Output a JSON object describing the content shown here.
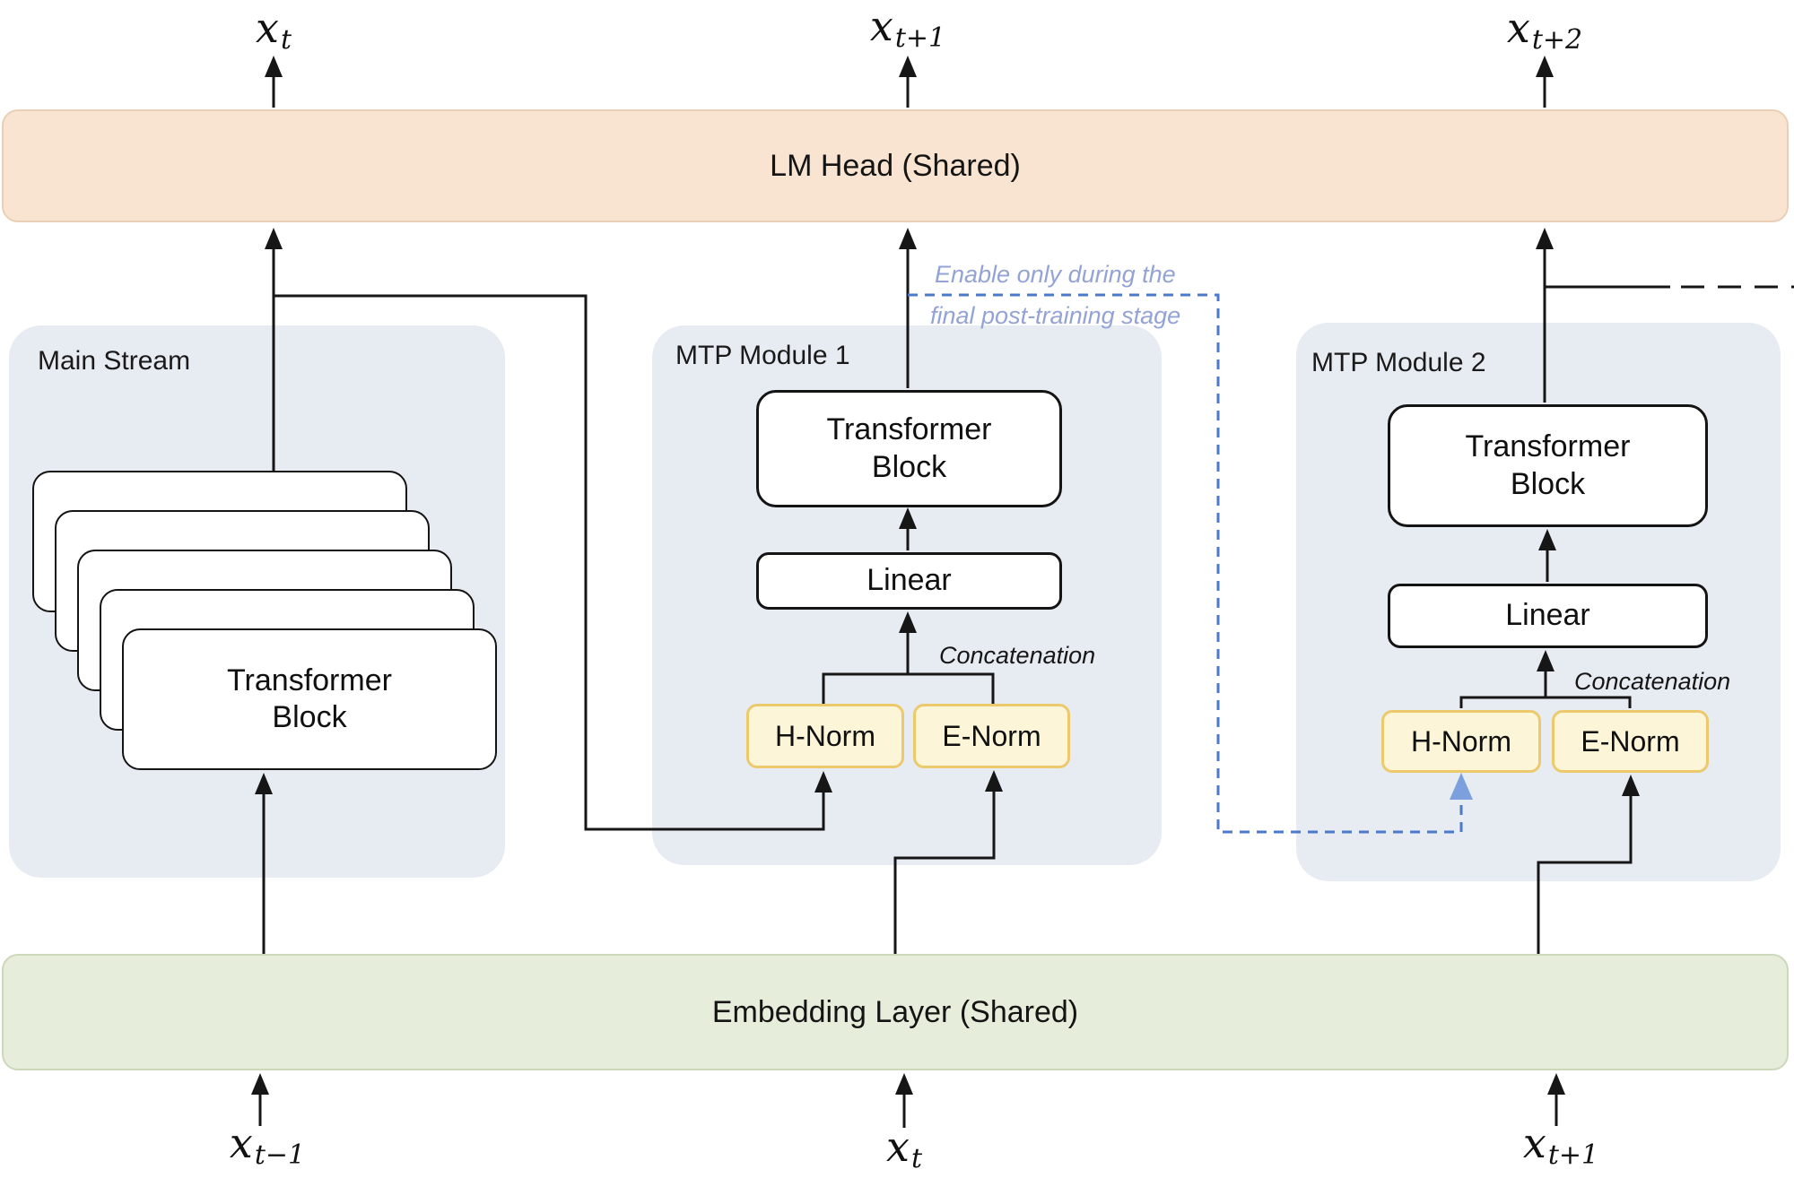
{
  "colors": {
    "lm_head_fill": "#F9E4D2",
    "lm_head_border": "#EACFB6",
    "embedding_fill": "#E6EDDA",
    "embedding_border": "#CBD8BA",
    "panel_fill": "#E7EBF2",
    "norm_fill": "#FDF5D8",
    "norm_border": "#ECC96B",
    "wire_black": "#161616",
    "dashed_blue": "#4D79CC",
    "blue_arrowhead": "#7C9FDD",
    "annotation_text": "#94A3D6"
  },
  "lm_head": {
    "label": "LM Head (Shared)"
  },
  "embedding": {
    "label": "Embedding Layer (Shared)"
  },
  "outputs": [
    {
      "base": "x",
      "sub": "t"
    },
    {
      "base": "x",
      "sub": "t+1"
    },
    {
      "base": "x",
      "sub": "t+2"
    }
  ],
  "inputs": [
    {
      "base": "x",
      "sub": "t−1"
    },
    {
      "base": "x",
      "sub": "t"
    },
    {
      "base": "x",
      "sub": "t+1"
    }
  ],
  "main_stream": {
    "title": "Main Stream",
    "block_line1": "Transformer",
    "block_line2": "Block"
  },
  "mtp_module_1": {
    "title": "MTP Module 1",
    "transformer_line1": "Transformer",
    "transformer_line2": "Block",
    "linear_label": "Linear",
    "concat_label": "Concatenation",
    "h_norm_label": "H-Norm",
    "e_norm_label": "E-Norm"
  },
  "mtp_module_2": {
    "title": "MTP Module 2",
    "transformer_line1": "Transformer",
    "transformer_line2": "Block",
    "linear_label": "Linear",
    "concat_label": "Concatenation",
    "h_norm_label": "H-Norm",
    "e_norm_label": "E-Norm"
  },
  "annotation": {
    "line1": "Enable only during the",
    "line2": "final post-training stage"
  }
}
